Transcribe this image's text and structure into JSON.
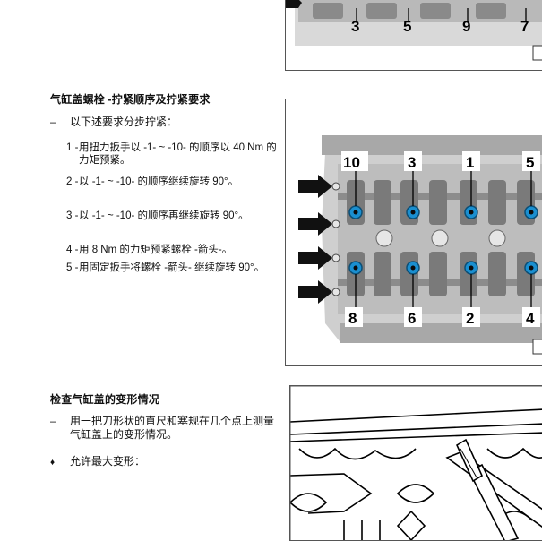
{
  "section_torque": {
    "heading": "气缸盖螺栓 -拧紧顺序及拧紧要求",
    "dash_mark": "–",
    "dash_text": "以下述要求分步拧紧：",
    "steps": [
      {
        "num": "1 -",
        "text": "用扭力扳手以 -1- ~ -10- 的顺序以 40 Nm 的力矩预紧。"
      },
      {
        "num": "2 -",
        "text": "以 -1- ~ -10- 的顺序继续旋转 90°。"
      },
      {
        "num": "3 -",
        "text": "以 -1- ~ -10- 的顺序再继续旋转 90°。"
      },
      {
        "num": "4 -",
        "text": "用 8 Nm 的力矩预紧螺栓 -箭头-。"
      },
      {
        "num": "5 -",
        "text": "用固定扳手将螺栓 -箭头- 继续旋转 90°。"
      }
    ]
  },
  "section_deform": {
    "heading": "检查气缸盖的变形情况",
    "dash_mark": "–",
    "dash_text": "用一把刀形状的直尺和塞规在几个点上测量气缸盖上的变形情况。",
    "bullet_mark": "♦",
    "bullet_text": "允许最大变形："
  },
  "figure_top": {
    "labels": [
      "3",
      "5",
      "9",
      "7"
    ]
  },
  "figure_middle": {
    "top_labels": [
      "10",
      "3",
      "1",
      "5"
    ],
    "bottom_labels": [
      "8",
      "6",
      "2",
      "4"
    ]
  }
}
